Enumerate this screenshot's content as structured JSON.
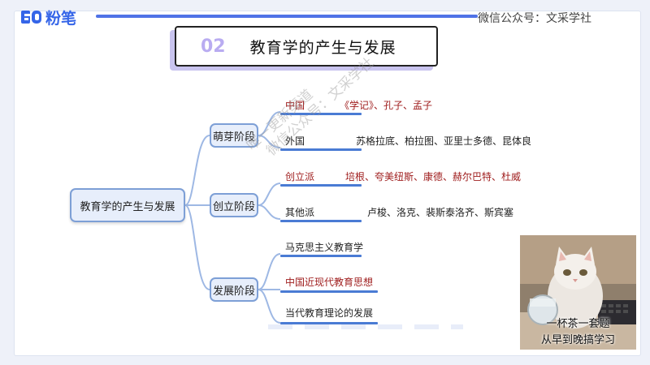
{
  "brand": {
    "name": "粉笔",
    "mark": "Fb"
  },
  "account_label": "微信公众号：文采学社",
  "slide_title": {
    "number": "02",
    "text": "教育学的产生与发展"
  },
  "mindmap": {
    "root": "教育学的产生与发展",
    "stages": [
      {
        "label": "萌芽阶段",
        "items": [
          {
            "key": "中国",
            "value": "《学记》、孔子、孟子",
            "highlight": true
          },
          {
            "key": "外国",
            "value": "苏格拉底、柏拉图、亚里士多德、昆体良",
            "highlight": false
          }
        ]
      },
      {
        "label": "创立阶段",
        "items": [
          {
            "key": "创立派",
            "value": "培根、夸美纽斯、康德、赫尔巴特、杜威",
            "highlight": true
          },
          {
            "key": "其他派",
            "value": "卢梭、洛克、裴斯泰洛齐、斯宾塞",
            "highlight": false
          }
        ]
      },
      {
        "label": "发展阶段",
        "items": [
          {
            "key": "马克思主义教育学",
            "highlight": false
          },
          {
            "key": "中国近现代教育思想",
            "highlight": true
          },
          {
            "key": "当代教育理论的发展",
            "highlight": false
          }
        ]
      }
    ]
  },
  "watermark": {
    "line1": "唯一更新渠道",
    "line2": "微信公众号：文采学社"
  },
  "camera_caption": {
    "line1": "一杯茶一套题",
    "line2": "从早到晚搞学习"
  },
  "colors": {
    "accent": "#4f72e6",
    "node_border": "#7d9fd6",
    "node_fill": "#e7eefb",
    "highlight_text": "#9e1b1b",
    "title_shadow": "#c9c4ef"
  }
}
